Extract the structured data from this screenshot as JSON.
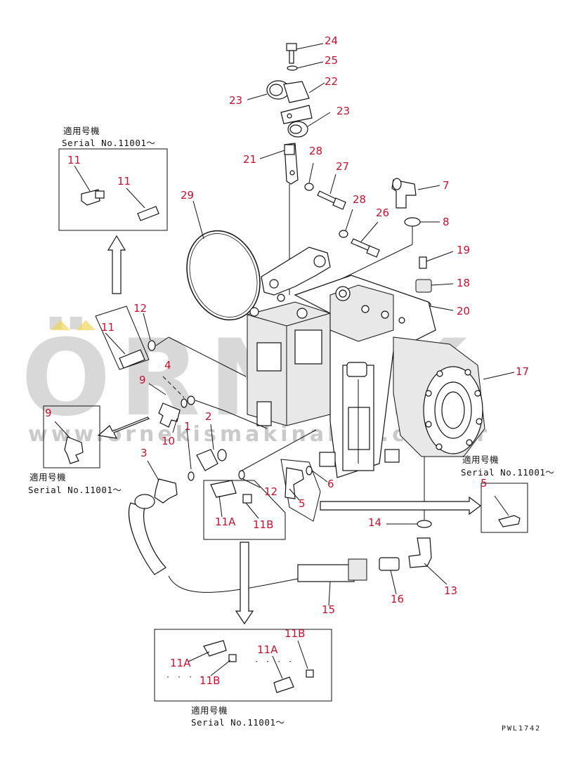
{
  "watermark": {
    "brand": "ÖRNEK",
    "url": "www.ornekismakinalari.com.tr"
  },
  "drawing_code": "PWL1742",
  "serial_notes": {
    "top_left": {
      "label_jp": "適用号機",
      "label_serial": "Serial No.11001〜"
    },
    "left": {
      "label_jp": "適用号機",
      "label_serial": "Serial No.11001〜"
    },
    "right": {
      "label_jp": "適用号機",
      "label_serial": "Serial No.11001〜"
    },
    "bottom": {
      "label_jp": "適用号機",
      "label_serial": "Serial No.11001〜"
    }
  },
  "callouts": {
    "n24": "24",
    "n25": "25",
    "n22": "22",
    "n23a": "23",
    "n23b": "23",
    "n21": "21",
    "n28a": "28",
    "n27": "27",
    "n28b": "28",
    "n26": "26",
    "n29": "29",
    "n7": "7",
    "n8": "8",
    "n19": "19",
    "n18": "18",
    "n20": "20",
    "n17": "17",
    "n12a": "12",
    "n4": "4",
    "n9a": "9",
    "n2": "2",
    "n1": "1",
    "n10": "10",
    "n3": "3",
    "n12b": "12",
    "n6": "6",
    "n5a": "5",
    "n11A": "11A",
    "n11B": "11B",
    "n14": "14",
    "n13": "13",
    "n16": "16",
    "n15": "15"
  },
  "inset_callouts": {
    "top_left_a": "11",
    "top_left_b": "11",
    "left_detail": "11",
    "left_box": "9",
    "right_box": "5",
    "bottom_11B_top": "11B",
    "bottom_11A_left": "11A",
    "bottom_11B_left": "11B",
    "bottom_11A_right": "11A",
    "bottom_dots_left": "· · · ·",
    "bottom_dots_right": "· · · ·"
  }
}
